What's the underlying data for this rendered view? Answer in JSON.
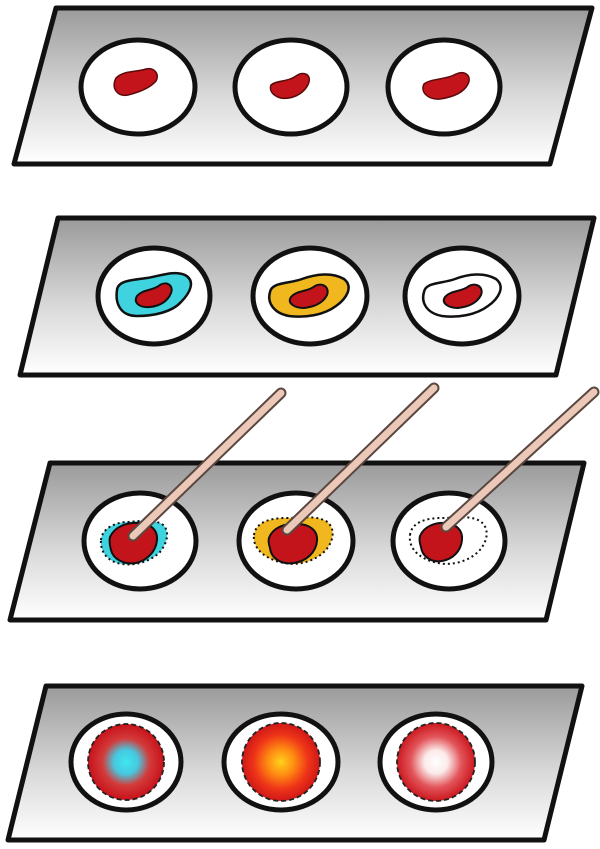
{
  "colors": {
    "outline": "#111111",
    "slide_top": "#9a9a9a",
    "slide_bottom": "#ffffff",
    "dish_fill": "#ffffff",
    "blob_red": "#c4141b",
    "halo_cyan": "#3fd3df",
    "halo_yellow": "#f0b81e",
    "halo_white": "#ffffff",
    "stick": "#ecc8b8",
    "stick_edge": "#8a6a5e"
  },
  "icons": [
    "slide-panel",
    "petri-dish",
    "sample-blob",
    "colored-halo",
    "swab-stick",
    "radial-glow-spot"
  ]
}
